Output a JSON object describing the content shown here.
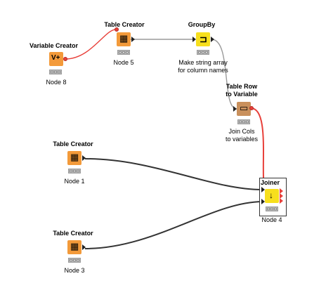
{
  "workflow": {
    "nodes": [
      {
        "id": "variable-creator",
        "title": "Variable Creator",
        "caption": "Node 8",
        "icon": "variable-plus-icon",
        "glyph": "V+"
      },
      {
        "id": "table-creator-5",
        "title": "Table Creator",
        "caption": "Node 5",
        "icon": "table-grid-icon",
        "glyph": "▦"
      },
      {
        "id": "groupby",
        "title": "GroupBy",
        "caption_lines": [
          "Make string array",
          "for column names"
        ],
        "icon": "groupby-icon",
        "glyph": "⊐"
      },
      {
        "id": "table-row-to-variable",
        "title_lines": [
          "Table Row",
          "to Variable"
        ],
        "caption_lines": [
          "Join Cols",
          "to variables"
        ],
        "icon": "row-to-variable-icon",
        "glyph": "▭"
      },
      {
        "id": "table-creator-1",
        "title": "Table Creator",
        "caption": "Node 1",
        "icon": "table-grid-icon",
        "glyph": "▦"
      },
      {
        "id": "joiner",
        "title": "Joiner",
        "caption": "Node 4",
        "icon": "joiner-icon",
        "glyph": "↓"
      },
      {
        "id": "table-creator-3",
        "title": "Table Creator",
        "caption": "Node 3",
        "icon": "table-grid-icon",
        "glyph": "▦"
      }
    ]
  },
  "colors": {
    "data_connection": "#333333",
    "gray_connection": "#9a9a9a",
    "variable_connection": "#e8403a",
    "source_node": "#f39a3a",
    "manipulator_node": "#f7df1d",
    "flow_node": "#c9905c"
  }
}
